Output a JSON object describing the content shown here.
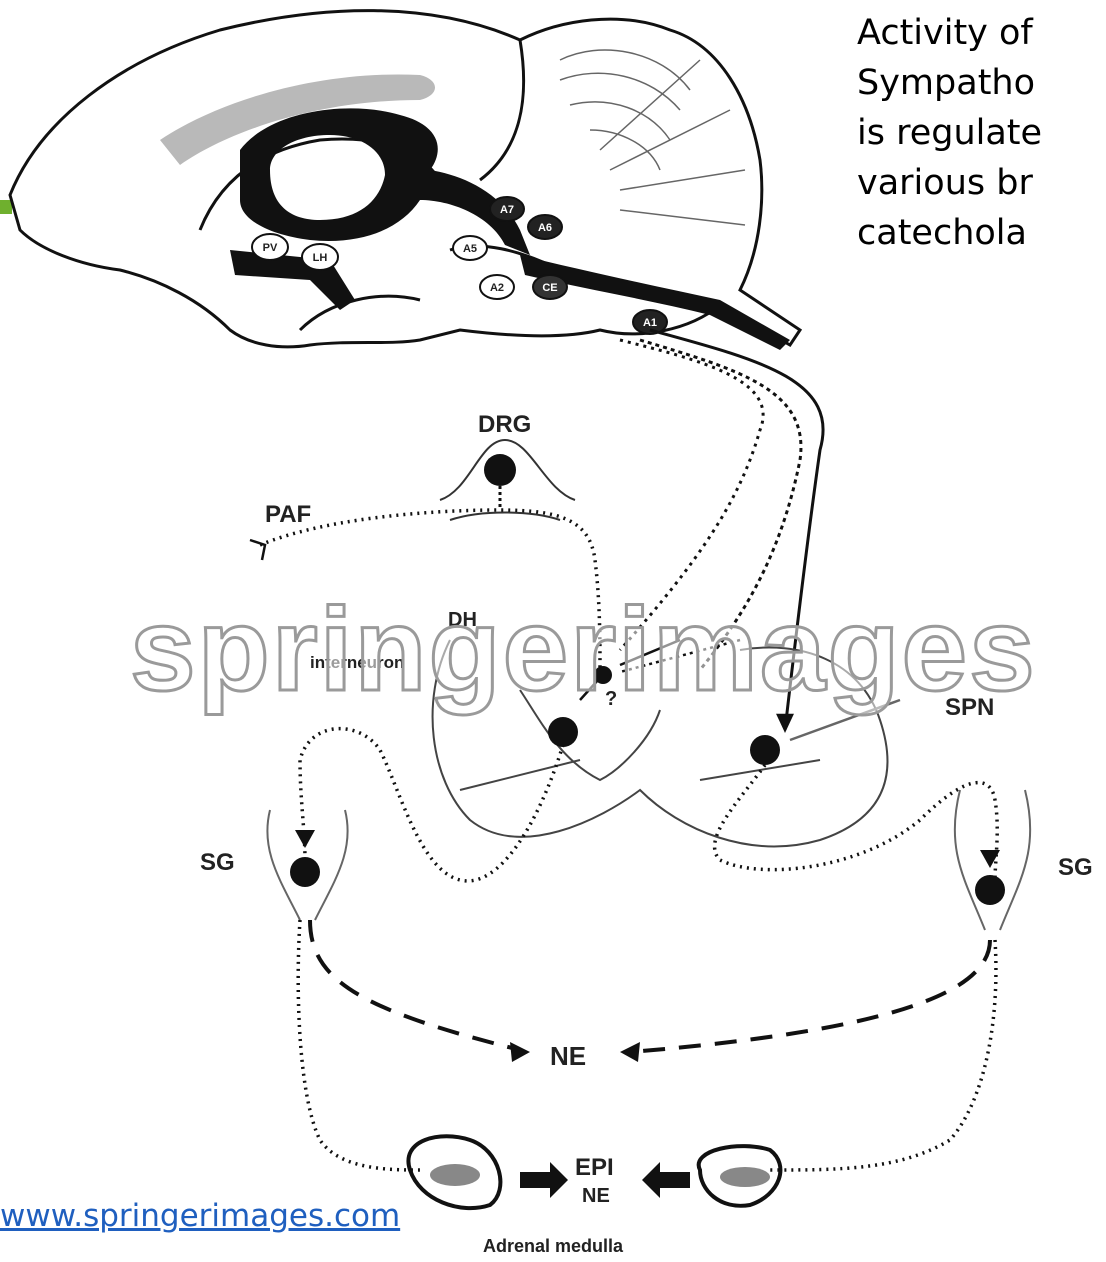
{
  "side_text": {
    "lines": [
      "Activity of",
      "Sympatho",
      "is regulate",
      "various br",
      "catechola"
    ]
  },
  "link": {
    "text": "www.springerimages.com"
  },
  "diagram": {
    "brain_labels": [
      "PV",
      "LH",
      "A7",
      "A5",
      "A6",
      "A2",
      "CE",
      "A1"
    ],
    "labels": {
      "drg": "DRG",
      "paf": "PAF",
      "dh": "DH",
      "interneuron": "interneuron",
      "question": "?",
      "spn": "SPN",
      "sg_left": "SG",
      "sg_right": "SG",
      "ne": "NE",
      "epi": "EPI",
      "ne_adrenal": "NE",
      "adrenal": "Adrenal medulla"
    },
    "watermark": "springerimages"
  },
  "colors": {
    "link": "#1f5fbf",
    "accent": "#6fb02e",
    "ink": "#111111"
  }
}
